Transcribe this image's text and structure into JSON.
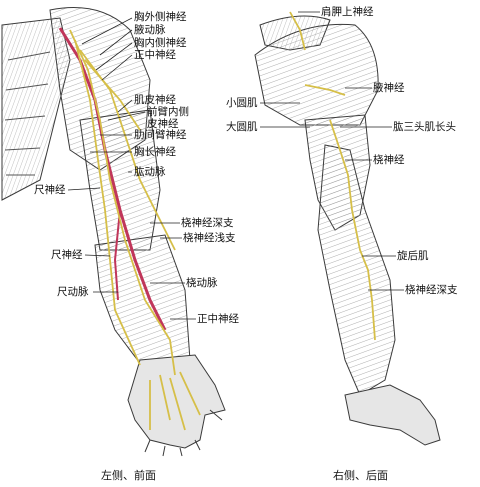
{
  "left_panel": {
    "caption": "左侧、前面",
    "labels": [
      "胸外侧神经",
      "腋动脉",
      "胸内侧神经",
      "正中神经",
      "肌皮神经",
      "前臂内侧",
      "皮神经",
      "肋间臂神经",
      "胸长神经",
      "肱动脉",
      "尺神经",
      "桡神经深支",
      "桡神经浅支",
      "尺神经",
      "桡动脉",
      "尺动脉",
      "正中神经"
    ]
  },
  "right_panel": {
    "caption": "右侧、后面",
    "labels": [
      "肩胛上神经",
      "腋神经",
      "小圆肌",
      "大圆肌",
      "肱三头肌长头",
      "桡神经",
      "旋后肌",
      "桡神经深支"
    ]
  },
  "colors": {
    "background": "#ffffff",
    "line_art": "#3a3a3a",
    "muscle_shade": "#b9b9b9",
    "nerve": "#e8d36a",
    "artery": "#c0365a",
    "leader": "#222222"
  }
}
